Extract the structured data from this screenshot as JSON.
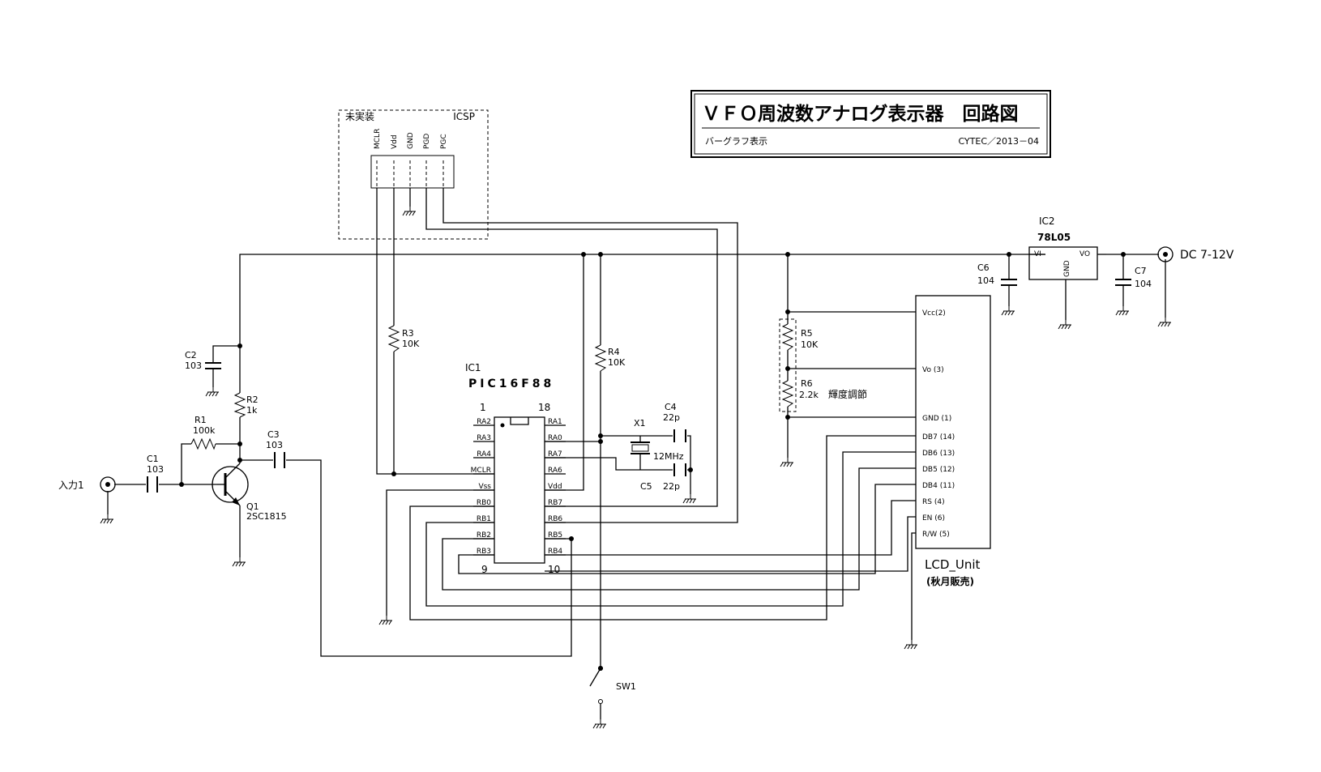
{
  "title_block": {
    "title": "ＶＦＯ周波数アナログ表示器　回路図",
    "subtitle": "バーグラフ表示",
    "credit": "CYTEC／2013－04"
  },
  "icsp": {
    "note": "未実装",
    "name": "ICSP",
    "pins": [
      "MCLR",
      "Vdd",
      "GND",
      "PGD",
      "PGC"
    ]
  },
  "input": {
    "label": "入力1"
  },
  "power": {
    "label": "DC  7-12V"
  },
  "ic1": {
    "ref": "IC1",
    "part": "PIC16F88",
    "pin1": "1",
    "pin18": "18",
    "pin9": "9",
    "pin10": "10",
    "left_pins": [
      "RA2",
      "RA3",
      "RA4",
      "MCLR",
      "Vss",
      "RB0",
      "RB1",
      "RB2",
      "RB3"
    ],
    "right_pins": [
      "RA1",
      "RA0",
      "RA7",
      "RA6",
      "Vdd",
      "RB7",
      "RB6",
      "RB5",
      "RB4"
    ]
  },
  "ic2": {
    "ref": "IC2",
    "part": "78L05",
    "vi": "VI",
    "vo": "VO",
    "gnd": "GND"
  },
  "lcd": {
    "name": "LCD_Unit",
    "vendor": "(秋月販売)",
    "pins": [
      "Vcc(2)",
      "Vo (3)",
      "GND (1)",
      "DB7 (14)",
      "DB6 (13)",
      "DB5 (12)",
      "DB4 (11)",
      "RS  (4)",
      "EN  (6)",
      "R/W (5)"
    ]
  },
  "components": {
    "r1_ref": "R1",
    "r1_val": "100k",
    "r2_ref": "R2",
    "r2_val": "1k",
    "r3_ref": "R3",
    "r3_val": "10K",
    "r4_ref": "R4",
    "r4_val": "10K",
    "r5_ref": "R5",
    "r5_val": "10K",
    "r6_ref": "R6",
    "r6_val": "2.2k",
    "r6_note": "輝度調節",
    "c1_ref": "C1",
    "c1_val": "103",
    "c2_ref": "C2",
    "c2_val": "103",
    "c3_ref": "C3",
    "c3_val": "103",
    "c4_ref": "C4",
    "c4_val": "22p",
    "c5_ref": "C5",
    "c5_val": "22p",
    "c6_ref": "C6",
    "c6_val": "104",
    "c7_ref": "C7",
    "c7_val": "104",
    "x1_ref": "X1",
    "x1_val": "12MHz",
    "q1_ref": "Q1",
    "q1_val": "2SC1815",
    "sw1_ref": "SW1"
  }
}
